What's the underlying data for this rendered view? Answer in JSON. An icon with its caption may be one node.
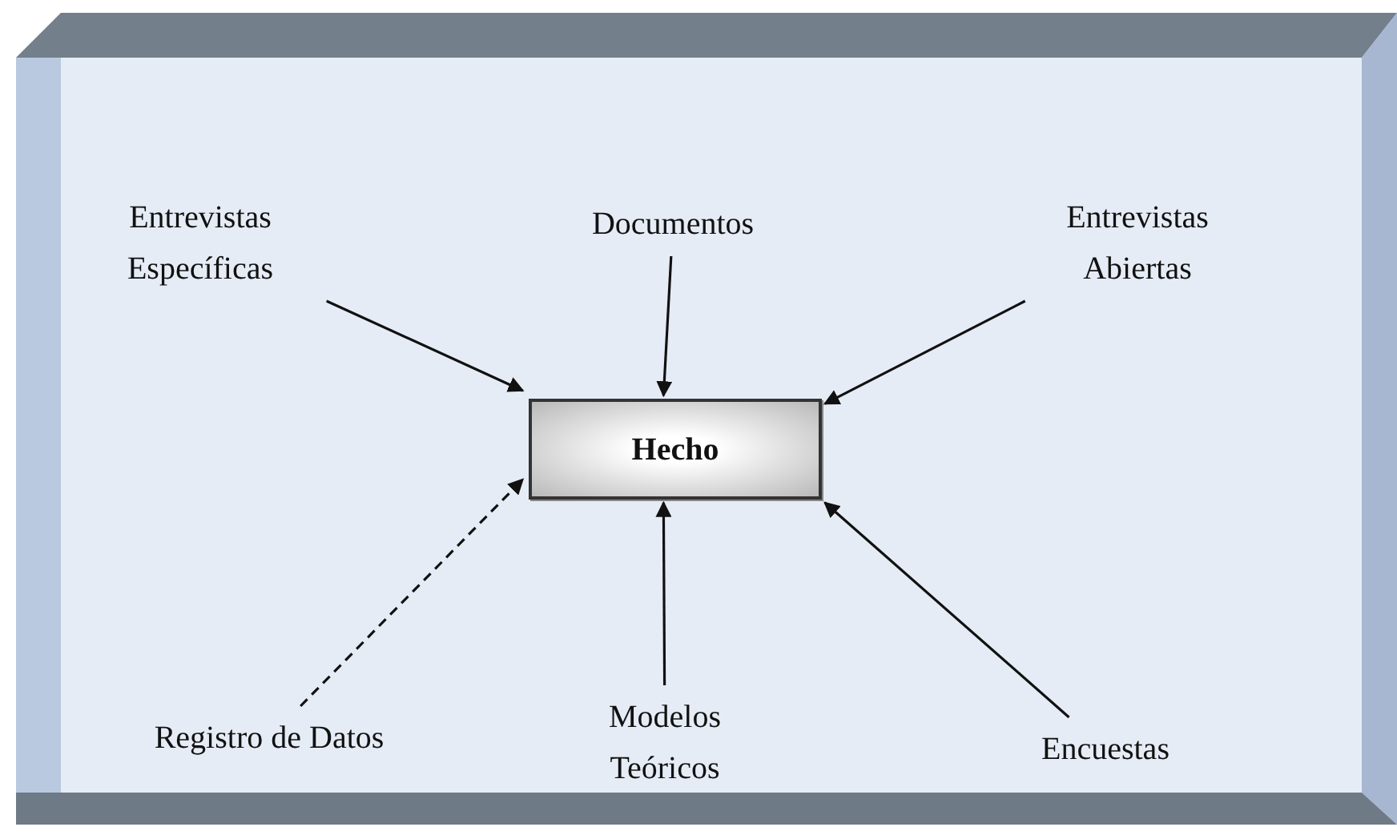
{
  "diagram": {
    "nodes": [
      {
        "text": [],
        "shape": "box"
      },
      {
        "text": [
          "Hecho"
        ],
        "in": 0
      },
      {
        "text": [
          "Entrevistas Específicas"
        ],
        "in": 0
      },
      {
        "text": [
          "Documentos"
        ],
        "in": 0
      },
      {
        "text": [
          "Entrevistas Abiertas"
        ],
        "in": 0
      },
      {
        "text": [
          "Registro de Datos"
        ],
        "in": 0
      },
      {
        "text": [
          "Modelos Teóricos"
        ],
        "in": 0
      },
      {
        "text": [
          "Encuestas"
        ],
        "in": 0
      }
    ],
    "edges": [
      {
        "from": 2,
        "to": 1,
        "arrow": "to"
      },
      {
        "from": 3,
        "to": 1,
        "arrow": "to"
      },
      {
        "from": 4,
        "to": 1,
        "arrow": "to"
      },
      {
        "from": 5,
        "to": 1,
        "arrow": "to",
        "style": "dashed"
      },
      {
        "from": 6,
        "to": 1,
        "arrow": "to"
      },
      {
        "from": 7,
        "to": 1,
        "arrow": "to"
      }
    ]
  }
}
